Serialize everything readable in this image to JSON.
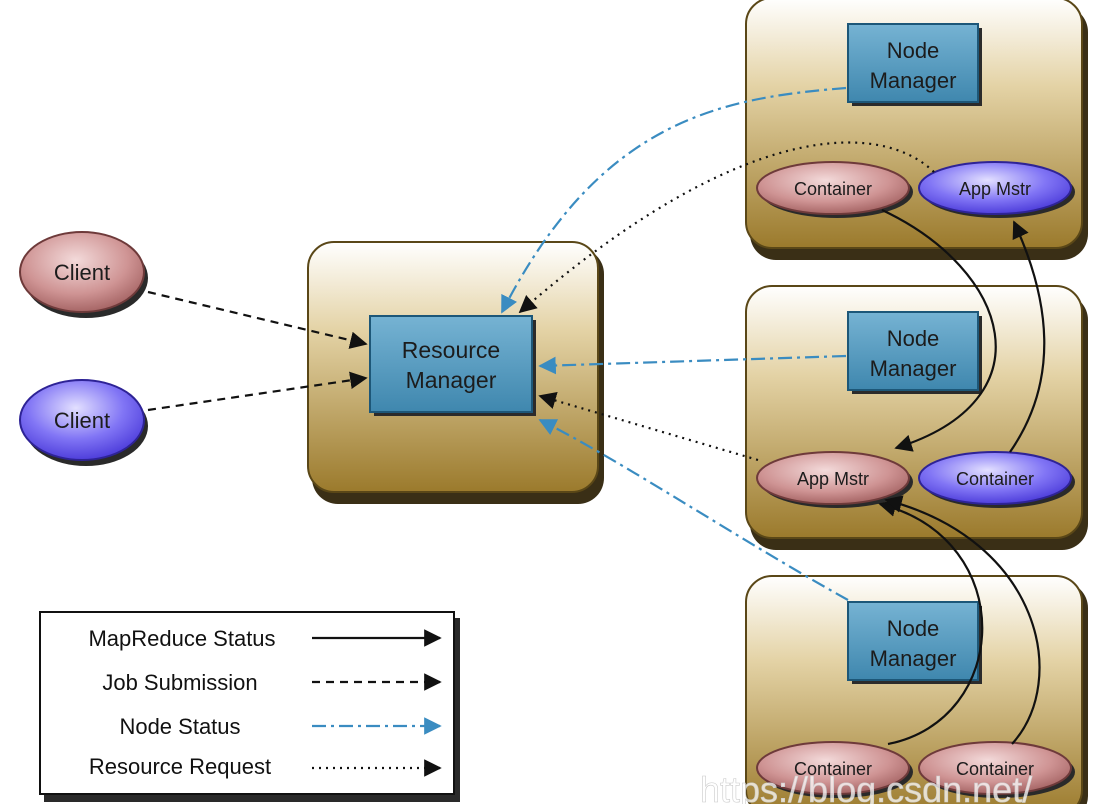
{
  "colors": {
    "box_fill_top": "#ffffff",
    "box_fill_bottom": "#9e7d2e",
    "manager_fill": "#4d93b8",
    "manager_stroke": "#1d5778",
    "client_red": "#c98b8b",
    "client_blue": "#7a6ef2",
    "node_status": "#3a8cc1",
    "black": "#111111"
  },
  "clients": [
    {
      "label": "Client",
      "color": "red"
    },
    {
      "label": "Client",
      "color": "blue"
    }
  ],
  "resource_manager": {
    "label_line1": "Resource",
    "label_line2": "Manager"
  },
  "nodes": [
    {
      "manager_line1": "Node",
      "manager_line2": "Manager",
      "left_oval": {
        "label": "Container",
        "color": "red"
      },
      "right_oval": {
        "label": "App Mstr",
        "color": "blue"
      }
    },
    {
      "manager_line1": "Node",
      "manager_line2": "Manager",
      "left_oval": {
        "label": "App Mstr",
        "color": "red"
      },
      "right_oval": {
        "label": "Container",
        "color": "blue"
      }
    },
    {
      "manager_line1": "Node",
      "manager_line2": "Manager",
      "left_oval": {
        "label": "Container",
        "color": "red"
      },
      "right_oval": {
        "label": "Container",
        "color": "red"
      }
    }
  ],
  "legend": [
    {
      "label": "MapReduce Status",
      "style": "solid"
    },
    {
      "label": "Job Submission",
      "style": "dashed"
    },
    {
      "label": "Node Status",
      "style": "dashdot"
    },
    {
      "label": "Resource Request",
      "style": "dotted"
    }
  ],
  "watermark": "https://blog.csdn.net/"
}
